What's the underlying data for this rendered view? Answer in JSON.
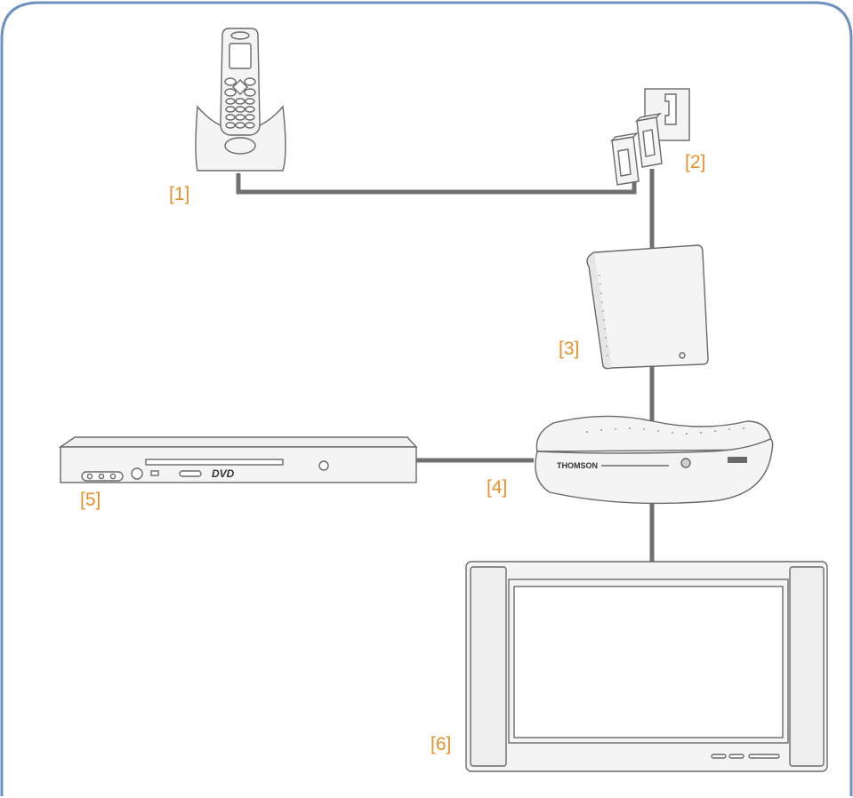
{
  "colors": {
    "frame": "#6f8fbf",
    "cable": "#707070",
    "outline": "#6a6a6a",
    "device_fill": "#f4f4f4",
    "label": "#e8912b"
  },
  "labels": {
    "phone": "[1]",
    "wall_socket": "[2]",
    "modem": "[3]",
    "decoder": "[4]",
    "dvd_player": "[5]",
    "tv": "[6]"
  },
  "devices": {
    "decoder_brand": "THOMSON",
    "dvd_text": "DVD"
  },
  "icons": [
    "cordless-phone-icon",
    "wall-socket-icon",
    "modem-icon",
    "decoder-icon",
    "dvd-player-icon",
    "television-icon"
  ]
}
